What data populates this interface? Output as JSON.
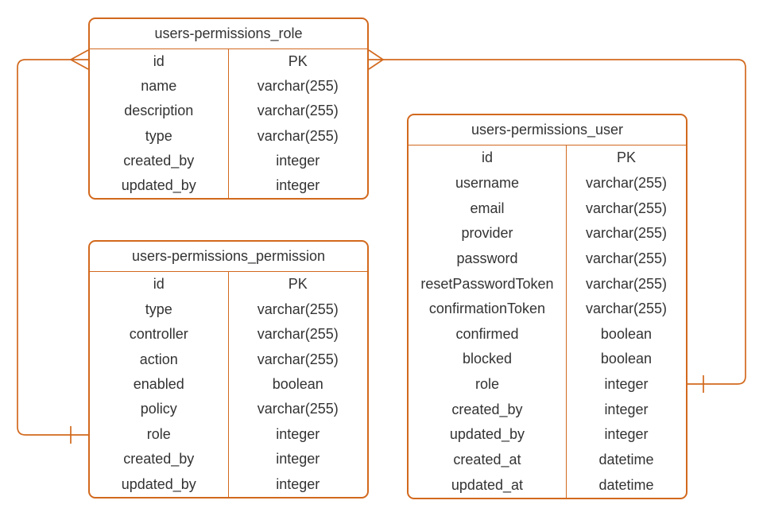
{
  "diagram": {
    "colors": {
      "accent": "#d2691e",
      "text": "#333333",
      "background": "#ffffff"
    },
    "tables": [
      {
        "id": "users-permissions_role",
        "title": "users-permissions_role",
        "fields": [
          {
            "name": "id",
            "type": "PK"
          },
          {
            "name": "name",
            "type": "varchar(255)"
          },
          {
            "name": "description",
            "type": "varchar(255)"
          },
          {
            "name": "type",
            "type": "varchar(255)"
          },
          {
            "name": "created_by",
            "type": "integer"
          },
          {
            "name": "updated_by",
            "type": "integer"
          }
        ]
      },
      {
        "id": "users-permissions_permission",
        "title": "users-permissions_permission",
        "fields": [
          {
            "name": "id",
            "type": "PK"
          },
          {
            "name": "type",
            "type": "varchar(255)"
          },
          {
            "name": "controller",
            "type": "varchar(255)"
          },
          {
            "name": "action",
            "type": "varchar(255)"
          },
          {
            "name": "enabled",
            "type": "boolean"
          },
          {
            "name": "policy",
            "type": "varchar(255)"
          },
          {
            "name": "role",
            "type": "integer"
          },
          {
            "name": "created_by",
            "type": "integer"
          },
          {
            "name": "updated_by",
            "type": "integer"
          }
        ]
      },
      {
        "id": "users-permissions_user",
        "title": "users-permissions_user",
        "fields": [
          {
            "name": "id",
            "type": "PK"
          },
          {
            "name": "username",
            "type": "varchar(255)"
          },
          {
            "name": "email",
            "type": "varchar(255)"
          },
          {
            "name": "provider",
            "type": "varchar(255)"
          },
          {
            "name": "password",
            "type": "varchar(255)"
          },
          {
            "name": "resetPasswordToken",
            "type": "varchar(255)"
          },
          {
            "name": "confirmationToken",
            "type": "varchar(255)"
          },
          {
            "name": "confirmed",
            "type": "boolean"
          },
          {
            "name": "blocked",
            "type": "boolean"
          },
          {
            "name": "role",
            "type": "integer"
          },
          {
            "name": "created_by",
            "type": "integer"
          },
          {
            "name": "updated_by",
            "type": "integer"
          },
          {
            "name": "created_at",
            "type": "datetime"
          },
          {
            "name": "updated_at",
            "type": "datetime"
          }
        ]
      }
    ],
    "relationships": [
      {
        "from_table": "users-permissions_permission",
        "from_field": "role",
        "from_cardinality": "one",
        "to_table": "users-permissions_role",
        "to_field": "id",
        "to_cardinality": "many"
      },
      {
        "from_table": "users-permissions_user",
        "from_field": "role",
        "from_cardinality": "one",
        "to_table": "users-permissions_role",
        "to_field": "id",
        "to_cardinality": "many"
      }
    ]
  }
}
